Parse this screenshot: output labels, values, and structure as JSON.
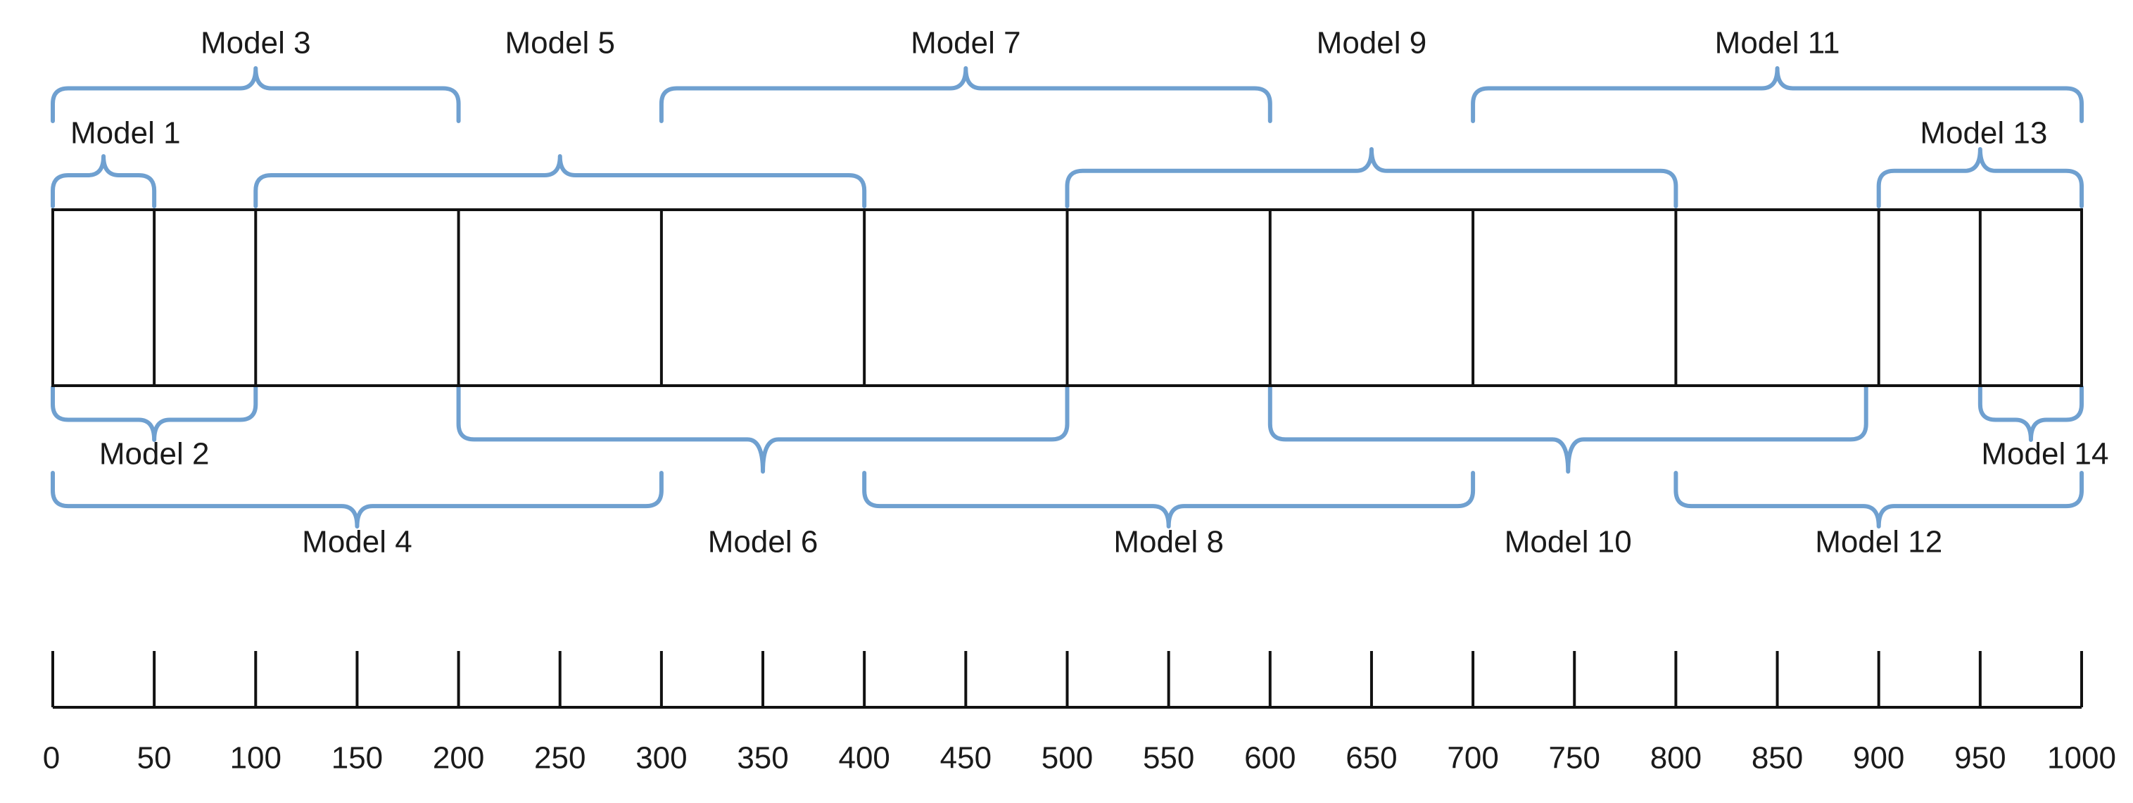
{
  "colors": {
    "brace": "#6fa0d0",
    "line": "#111111",
    "text": "#1a1a1a"
  },
  "scale": {
    "min": 0,
    "max": 1000,
    "step": 50,
    "tick_labels": [
      "0",
      "50",
      "100",
      "150",
      "200",
      "250",
      "300",
      "350",
      "400",
      "450",
      "500",
      "550",
      "600",
      "650",
      "700",
      "750",
      "800",
      "850",
      "900",
      "950",
      "1000"
    ]
  },
  "segments": {
    "boundaries": [
      0,
      50,
      100,
      200,
      300,
      400,
      500,
      600,
      700,
      800,
      900,
      950,
      1000
    ]
  },
  "models": [
    {
      "label": "Model 1",
      "start": 0,
      "end": 50,
      "side": "above"
    },
    {
      "label": "Model 2",
      "start": 0,
      "end": 100,
      "side": "below"
    },
    {
      "label": "Model 3",
      "start": 0,
      "end": 200,
      "side": "above"
    },
    {
      "label": "Model 4",
      "start": 0,
      "end": 300,
      "side": "below"
    },
    {
      "label": "Model 5",
      "start": 100,
      "end": 400,
      "side": "above"
    },
    {
      "label": "Model 6",
      "start": 200,
      "end": 500,
      "side": "below"
    },
    {
      "label": "Model 7",
      "start": 300,
      "end": 600,
      "side": "above"
    },
    {
      "label": "Model 8",
      "start": 400,
      "end": 700,
      "side": "below"
    },
    {
      "label": "Model 9",
      "start": 500,
      "end": 800,
      "side": "above"
    },
    {
      "label": "Model 10",
      "start": 600,
      "end": 900,
      "side": "below"
    },
    {
      "label": "Model 11",
      "start": 700,
      "end": 1000,
      "side": "above"
    },
    {
      "label": "Model 12",
      "start": 800,
      "end": 1000,
      "side": "below"
    },
    {
      "label": "Model 13",
      "start": 900,
      "end": 1000,
      "side": "above"
    },
    {
      "label": "Model 14",
      "start": 950,
      "end": 1000,
      "side": "below"
    }
  ]
}
